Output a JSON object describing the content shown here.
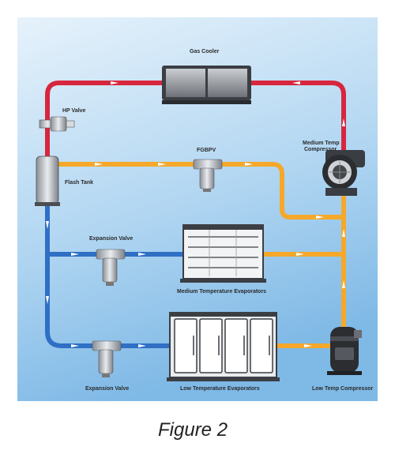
{
  "labels": {
    "gas_cooler": "Gas Cooler",
    "hp_valve": "HP Valve",
    "flash_tank": "Flash Tank",
    "fgbpv": "FGBPV",
    "mt_compressor_1": "Medium Temp",
    "mt_compressor_2": "Compressor",
    "expansion_valve_mt": "Expansion Valve",
    "mt_evaporators": "Medium Temperature Evaporators",
    "expansion_valve_lt": "Expansion Valve",
    "lt_evaporators": "Low Temperature Evaporators",
    "lt_compressor": "Low Temp Compressor"
  },
  "caption": "Figure 2",
  "colors": {
    "high_pressure": "#d7263d",
    "flash_gas": "#f5a82a",
    "liquid": "#2f6fc4",
    "background_top": "#d8eaf7",
    "background_bottom": "#8fc3ea"
  }
}
